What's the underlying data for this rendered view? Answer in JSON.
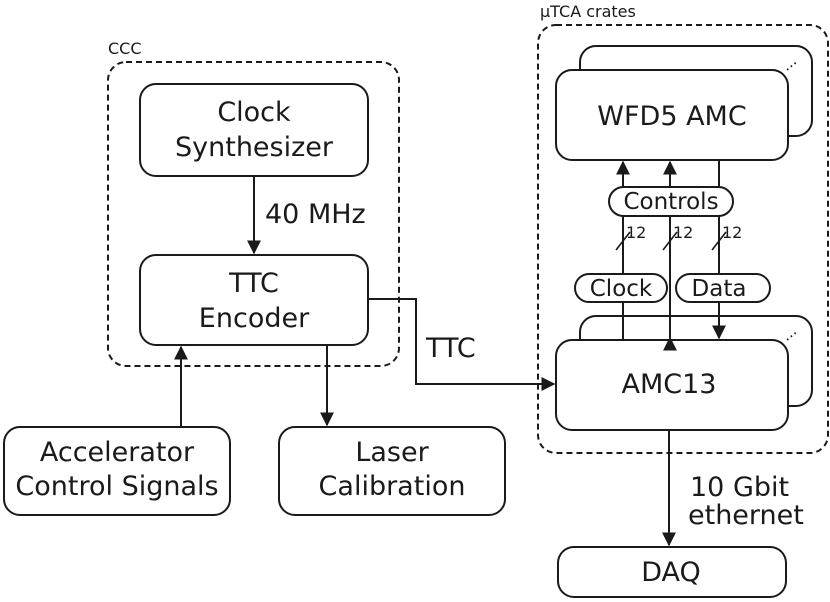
{
  "groups": {
    "ccc_label": "CCC",
    "crates_label": "μTCA crates"
  },
  "blocks": {
    "clock_synth": [
      "Clock",
      "Synthesizer"
    ],
    "ttc_encoder": [
      "TTC",
      "Encoder"
    ],
    "accelerator": [
      "Accelerator",
      "Control Signals"
    ],
    "laser": [
      "Laser",
      "Calibration"
    ],
    "wfd5": "WFD5 AMC",
    "amc13": "AMC13",
    "daq": "DAQ",
    "controls": "Controls",
    "clock": "Clock",
    "data": "Data"
  },
  "edges": {
    "mhz": "40 MHz",
    "ttc": "TTC",
    "bus_width": "12",
    "ethernet": [
      "10 Gbit",
      "ethernet"
    ],
    "stack_ellipsis": "..."
  }
}
